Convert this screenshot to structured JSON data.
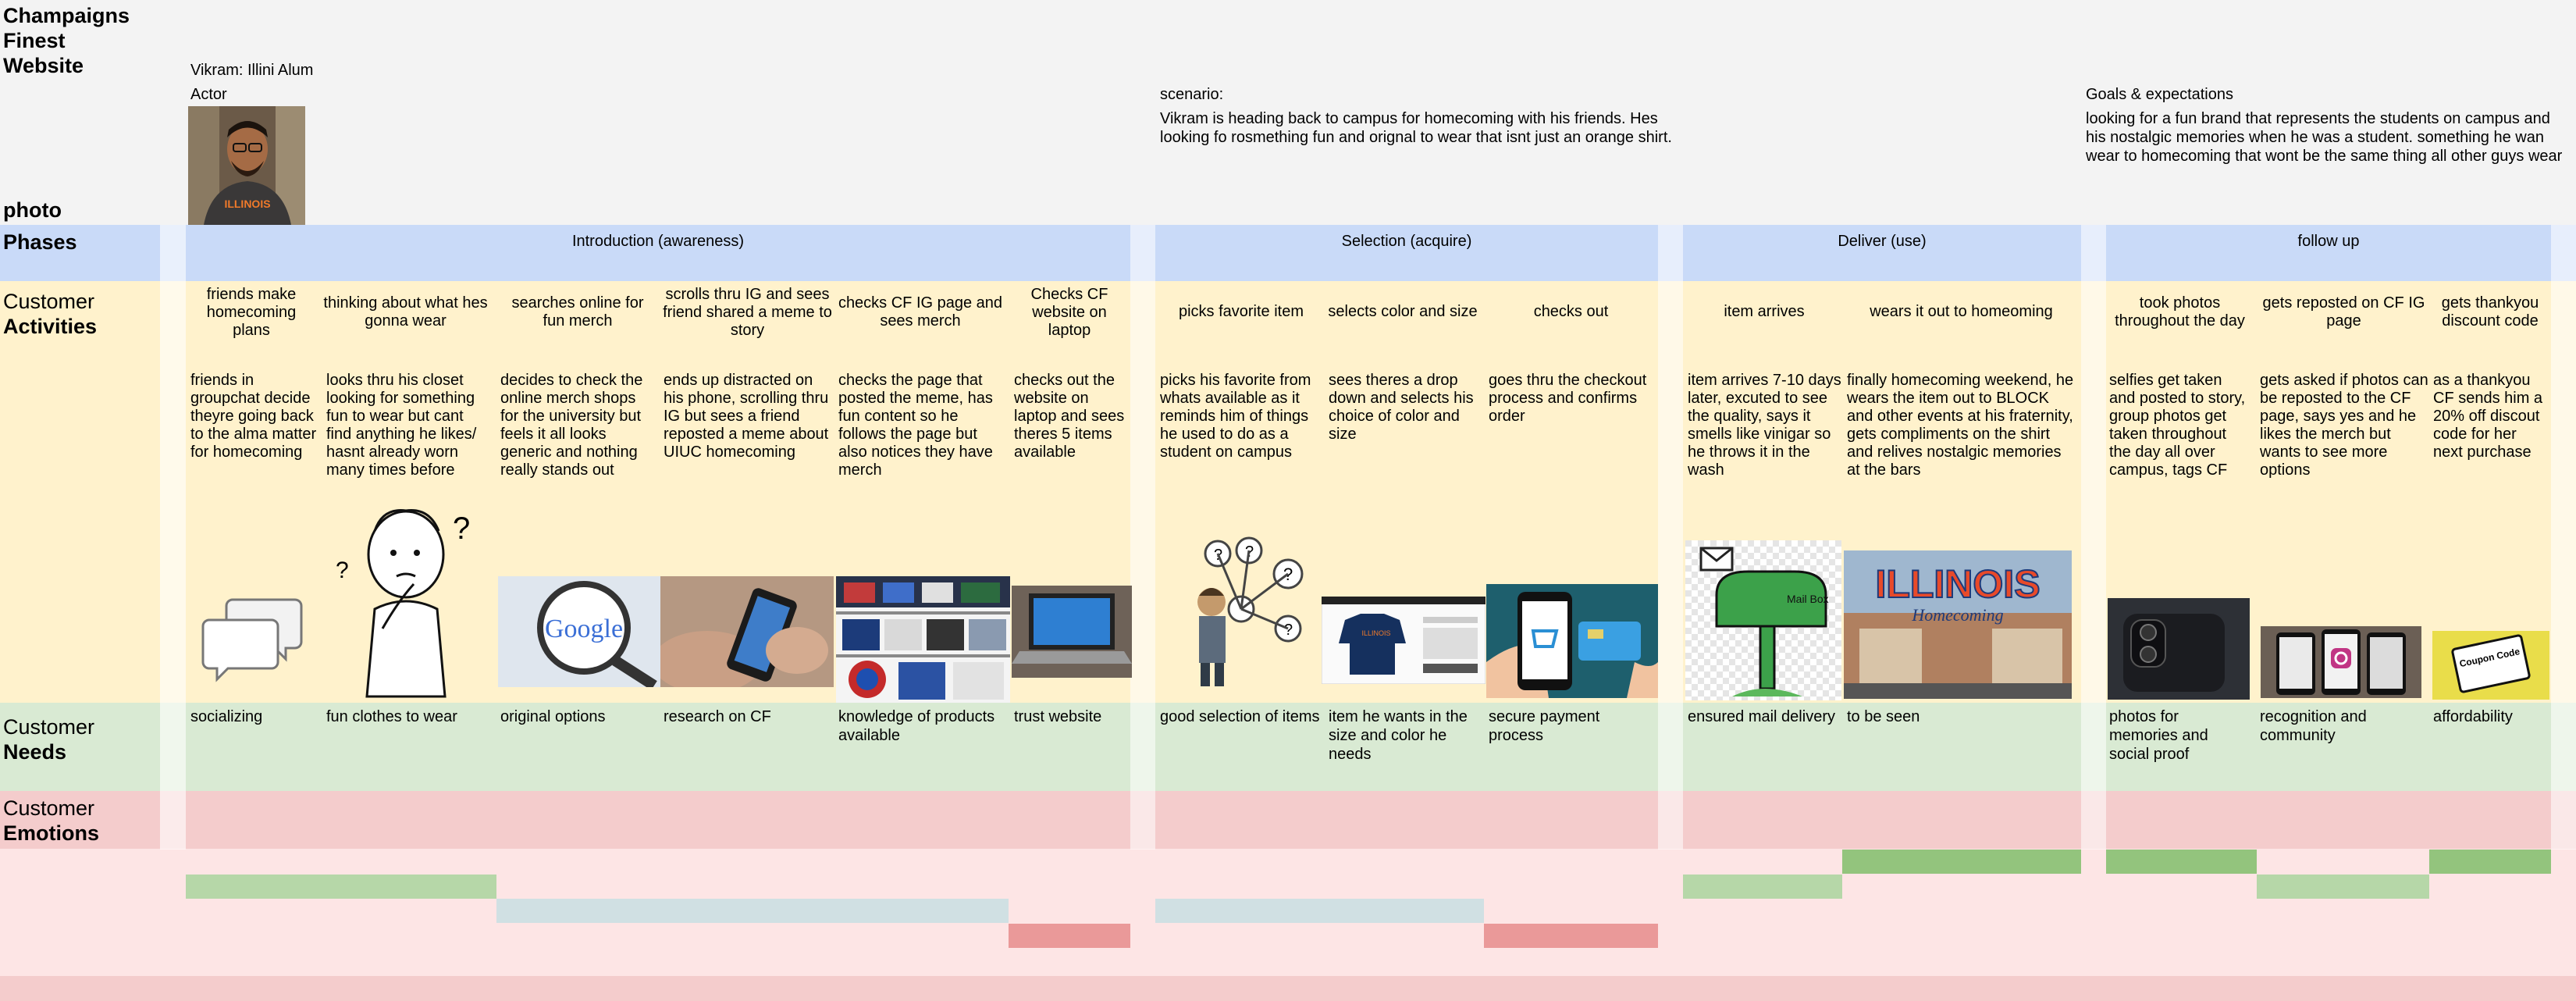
{
  "title": [
    "Champaigns",
    "Finest",
    "Website"
  ],
  "actor": {
    "name": "Vikram: Illini Alum",
    "label": "Actor",
    "photo_label": "photo"
  },
  "scenario": {
    "label": "scenario:",
    "text": "Vikram is heading back to campus for homecoming with his friends. Hes looking fo rosmething fun and orignal to wear that isnt just an orange shirt."
  },
  "goals": {
    "label": "Goals & expectations",
    "text": "looking for a fun brand that represents the students on campus and his nostalgic memories when he was a student. something he wan wear to homecoming that wont be the same thing all other guys wear"
  },
  "rows": {
    "phases": "Phases",
    "activities": [
      "Customer",
      "Activities"
    ],
    "needs": [
      "Customer",
      "Needs"
    ],
    "emotions": [
      "Customer",
      "Emotions"
    ]
  },
  "phases": [
    "Introduction (awareness)",
    "Selection (acquire)",
    "Deliver (use)",
    "follow up"
  ],
  "activities": [
    {
      "title": "friends make homecoming plans",
      "desc": "friends in groupchat decide theyre going back to the alma matter for homecoming",
      "need": "socializing",
      "icon": "chat-bubbles-icon"
    },
    {
      "title": "thinking about what hes gonna wear",
      "desc": "looks thru his closet looking for something fun to wear but cant find anything he likes/ hasnt already worn many times before",
      "need": "fun clothes to wear",
      "icon": "thinking-person-icon"
    },
    {
      "title": "searches online for fun merch",
      "desc": "decides to check the online merch shops for the university but feels it all looks generic and nothing really stands out",
      "need": "original options",
      "icon": "search-engine-icon"
    },
    {
      "title": "scrolls thru IG and sees friend shared a meme to story",
      "desc": "ends up distracted on his phone, scrolling thru IG but sees a friend reposted a meme about UIUC homecoming",
      "need": "research on CF",
      "icon": "phone-scroll-icon"
    },
    {
      "title": "checks CF IG page and sees merch",
      "desc": "checks the page that posted the meme, has fun content so he follows the page but also notices they have merch",
      "need": "knowledge of products available",
      "icon": "merch-shelf-icon"
    },
    {
      "title": "Checks CF website on laptop",
      "desc": "checks out the website on laptop and sees theres 5 items available",
      "need": "trust website",
      "icon": "laptop-icon"
    },
    {
      "title": "picks favorite item",
      "desc": "picks his favorite from whats available as it reminds him of things he used to do as a student on campus",
      "need": "good selection of items",
      "icon": "choice-person-icon"
    },
    {
      "title": "selects color and size",
      "desc": "sees theres a drop down and selects his choice of color and size",
      "need": "item he wants in the size and color he needs",
      "icon": "product-page-icon"
    },
    {
      "title": "checks out",
      "desc": "goes thru the checkout process and confirms order",
      "need": "secure payment process",
      "icon": "mobile-payment-icon"
    },
    {
      "title": "item arrives",
      "desc": "item arrives 7-10 days later, excuted to see the quality, says it smells like vinigar so he throws it in the wash",
      "need": "ensured mail delivery",
      "icon": "mailbox-icon"
    },
    {
      "title": "wears it out to homeoming",
      "desc": "finally homecoming weekend, he wears the item out to BLOCK and other events at his fraternity, gets compliments on the shirt and relives nostalgic memories at the bars",
      "need": "to be seen",
      "icon": "homecoming-icon"
    },
    {
      "title": "took photos throughout the day",
      "desc": "selfies get taken and posted to story, group photos get taken throughout the day all over campus, tags CF",
      "need": "photos for memories and social proof",
      "icon": "camera-phone-icon"
    },
    {
      "title": "gets reposted on CF IG page",
      "desc": "gets asked if photos can be reposted to the CF page, says yes and he likes the merch but wants to see more options",
      "need": "recognition and community",
      "icon": "instagram-phones-icon"
    },
    {
      "title": "gets thankyou discount code",
      "desc": "as a thankyou CF sends him a 20% off discout code for her next purchase",
      "need": "affordability",
      "icon": "coupon-icon"
    }
  ],
  "image_text": {
    "google": "Google",
    "illinois": "ILLINOIS",
    "homecoming": "Homecoming",
    "mailbox": "Mail Box",
    "coupon": "Coupon Code"
  },
  "emotions": [
    {
      "step": "friends make homecoming plans",
      "level": "positive"
    },
    {
      "step": "thinking about what hes gonna wear",
      "level": "positive"
    },
    {
      "step": "searches online for fun merch",
      "level": "neutral"
    },
    {
      "step": "scrolls thru IG and sees friend shared a meme to story",
      "level": "neutral"
    },
    {
      "step": "checks CF IG page and sees merch",
      "level": "neutral"
    },
    {
      "step": "Checks CF website on laptop",
      "level": "negative"
    },
    {
      "step": "picks favorite item",
      "level": "neutral"
    },
    {
      "step": "selects color and size",
      "level": "neutral"
    },
    {
      "step": "checks out",
      "level": "negative"
    },
    {
      "step": "item arrives",
      "level": "positive"
    },
    {
      "step": "wears it out to homeoming",
      "level": "very-positive"
    },
    {
      "step": "took photos throughout the day",
      "level": "very-positive"
    },
    {
      "step": "gets reposted on CF IG page",
      "level": "positive"
    },
    {
      "step": "gets thankyou discount code",
      "level": "very-positive"
    }
  ],
  "colors": {
    "phases": "#c9daf8",
    "activities": "#fff2cc",
    "needs": "#d9ead3",
    "emotions_row": "#f4cccc",
    "emotions_zone": "#fde5e5",
    "green": "#93c47d",
    "green_light": "#b6d7a8",
    "neutral": "#d0e0e3",
    "red": "#ea9999"
  }
}
